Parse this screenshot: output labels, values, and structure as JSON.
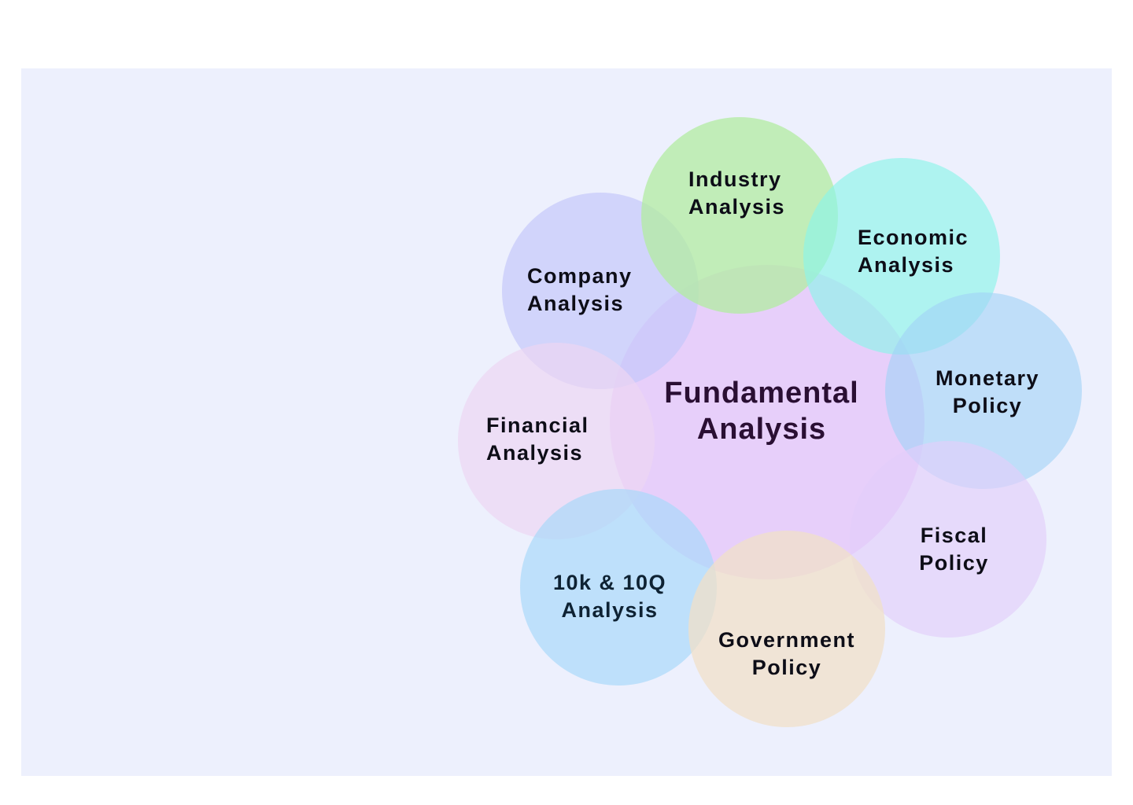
{
  "diagram": {
    "background_color": "#edf0fd",
    "center": {
      "line1": "Fundamental",
      "line2": "Analysis",
      "color": "#e5c8f6"
    },
    "nodes": [
      {
        "id": "industry",
        "line1": "Industry",
        "line2": "Analysis",
        "color": "#bdeeaa"
      },
      {
        "id": "economic",
        "line1": "Economic",
        "line2": "Analysis",
        "color": "#9ff5ec"
      },
      {
        "id": "monetary",
        "line1": "Monetary",
        "line2": "Policy",
        "color": "#b4dcf6"
      },
      {
        "id": "fiscal",
        "line1": "Fiscal",
        "line2": "Policy",
        "color": "#e4d6fa"
      },
      {
        "id": "government",
        "line1": "Government",
        "line2": "Policy",
        "color": "#ede2cf"
      },
      {
        "id": "tenk",
        "line1": "10k & 10Q",
        "line2": "Analysis",
        "color": "#b3dcf9"
      },
      {
        "id": "financial",
        "line1": "Financial",
        "line2": "Analysis",
        "color": "#ecdaf2"
      },
      {
        "id": "company",
        "line1": "Company",
        "line2": "Analysis",
        "color": "#cfd1fa"
      }
    ]
  }
}
